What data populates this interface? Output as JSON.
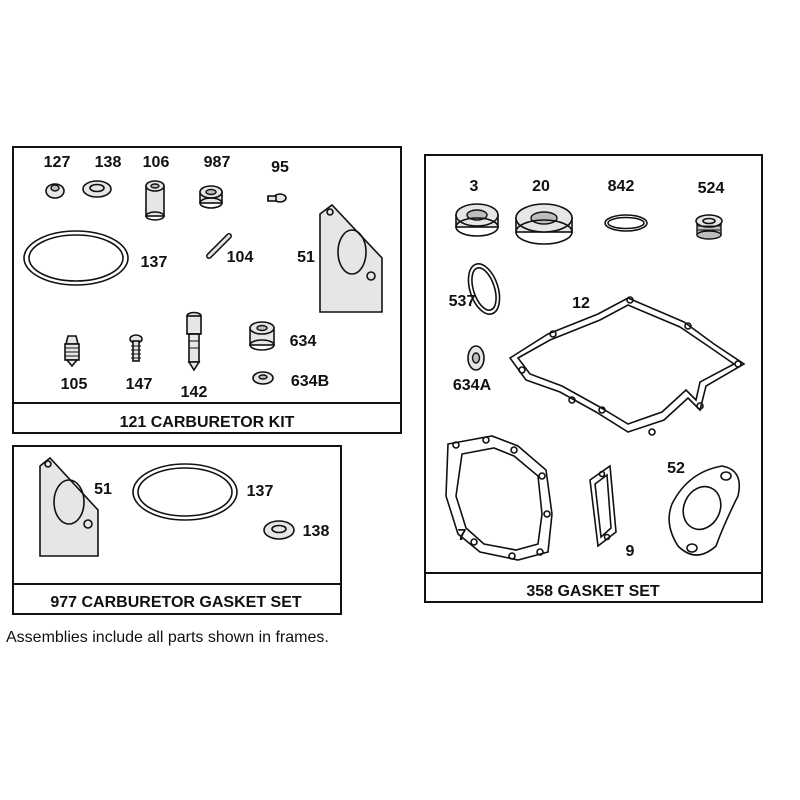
{
  "frames": {
    "carburetor_kit": {
      "title": "121 CARBURETOR KIT",
      "parts": [
        "127",
        "138",
        "106",
        "987",
        "95",
        "137",
        "104",
        "51",
        "105",
        "147",
        "142",
        "634",
        "634B"
      ]
    },
    "carburetor_gasket_set": {
      "title": "977 CARBURETOR GASKET SET",
      "parts": [
        "51",
        "137",
        "138"
      ]
    },
    "gasket_set": {
      "title": "358 GASKET SET",
      "parts": [
        "3",
        "20",
        "842",
        "524",
        "537",
        "12",
        "634A",
        "7",
        "9",
        "52"
      ]
    }
  },
  "note": "Assemblies include all parts shown in frames."
}
